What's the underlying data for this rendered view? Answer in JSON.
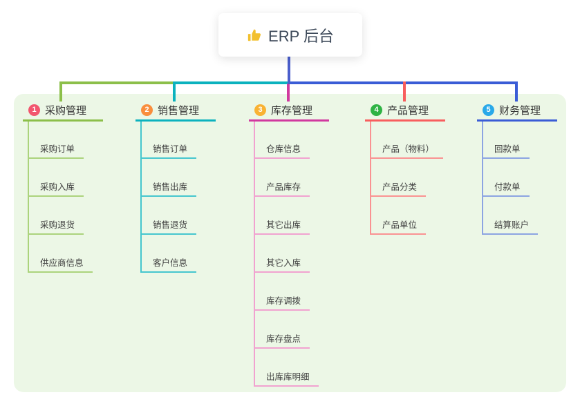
{
  "root": {
    "title": "ERP 后台",
    "icon": "thumbs-up-icon"
  },
  "colors": {
    "canvas_bg": "#ffffff",
    "panel_bg": "#ecf7e6",
    "root_card_bg": "#ffffff",
    "root_text": "#3c4858",
    "root_connector": "#4a5ecc",
    "thumb_icon": "#f2c02e"
  },
  "branches": [
    {
      "badge": "1",
      "badge_color": "#f2566e",
      "title": "采购管理",
      "line_color": "#8cbf4a",
      "child_line_color": "#abd37c",
      "children": [
        "采购订单",
        "采购入库",
        "采购退货",
        "供应商信息"
      ]
    },
    {
      "badge": "2",
      "badge_color": "#f98e3d",
      "title": "销售管理",
      "line_color": "#0cb2be",
      "child_line_color": "#45c6ce",
      "children": [
        "销售订单",
        "销售出库",
        "销售退货",
        "客户信息"
      ]
    },
    {
      "badge": "3",
      "badge_color": "#f9b233",
      "title": "库存管理",
      "line_color": "#d1399f",
      "child_line_color": "#f1a2d0",
      "children": [
        "仓库信息",
        "产品库存",
        "其它出库",
        "其它入库",
        "库存调拨",
        "库存盘点",
        "出库库明细"
      ]
    },
    {
      "badge": "4",
      "badge_color": "#2fb344",
      "title": "产品管理",
      "line_color": "#f85e5e",
      "child_line_color": "#fa9292",
      "children": [
        "产品（物料）",
        "产品分类",
        "产品单位"
      ]
    },
    {
      "badge": "5",
      "badge_color": "#29a9e9",
      "title": "财务管理",
      "line_color": "#3a5cd6",
      "child_line_color": "#8ca4e2",
      "children": [
        "回款单",
        "付款单",
        "结算账户"
      ]
    }
  ]
}
